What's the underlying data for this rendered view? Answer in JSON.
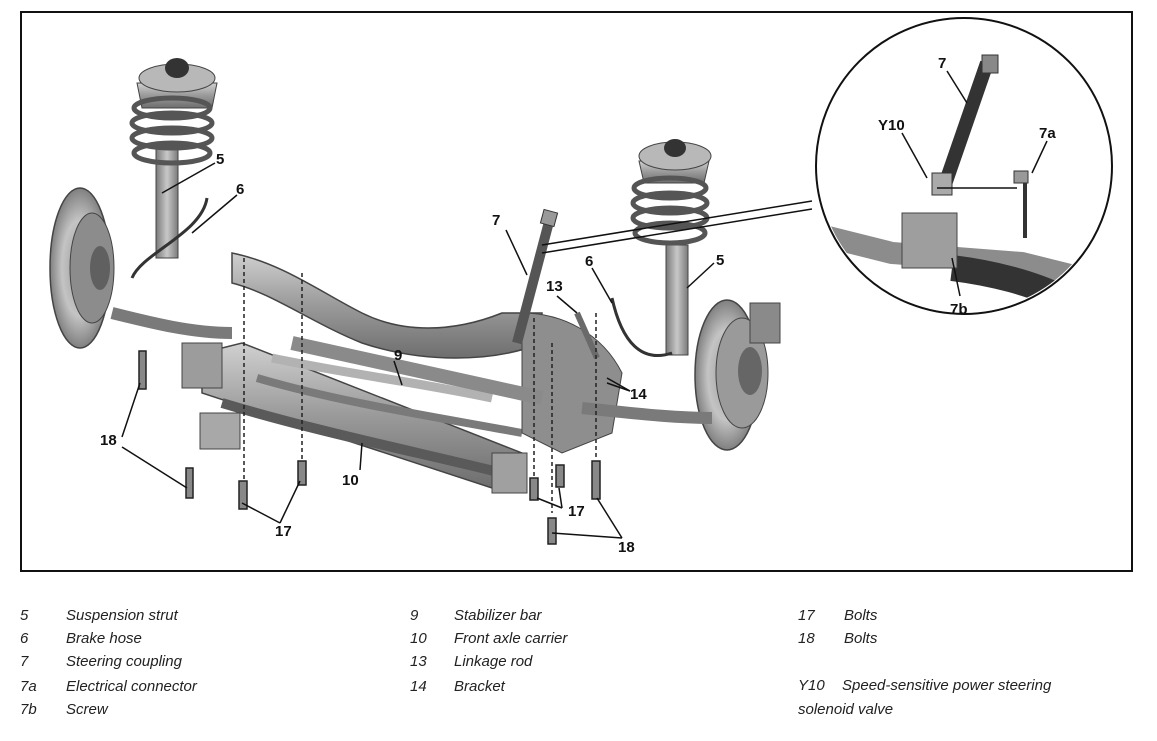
{
  "diagram": {
    "callouts": {
      "c5_left": "5",
      "c6_left": "6",
      "c7_main": "7",
      "c6_right": "6",
      "c5_right": "5",
      "c13": "13",
      "c9": "9",
      "c14": "14",
      "c18_left": "18",
      "c10": "10",
      "c17_left": "17",
      "c17_right": "17",
      "c18_right": "18",
      "c7_inset": "7",
      "cY10": "Y10",
      "c7a": "7a",
      "c7b": "7b"
    }
  },
  "legend": {
    "col1": [
      {
        "num": "5",
        "text": "Suspension strut"
      },
      {
        "num": "6",
        "text": "Brake hose"
      },
      {
        "num": "7",
        "text": "Steering coupling"
      },
      {
        "num": "7a",
        "text": "Electrical connector"
      },
      {
        "num": "7b",
        "text": "Screw"
      }
    ],
    "col2": [
      {
        "num": "9",
        "text": "Stabilizer bar"
      },
      {
        "num": "10",
        "text": "Front axle carrier"
      },
      {
        "num": "13",
        "text": "Linkage rod"
      },
      {
        "num": "14",
        "text": "Bracket"
      }
    ],
    "col3": [
      {
        "num": "17",
        "text": "Bolts"
      },
      {
        "num": "18",
        "text": "Bolts"
      },
      {
        "num": "Y10",
        "text": "Speed-sensitive power steering"
      },
      {
        "num": "",
        "text": "solenoid valve"
      }
    ]
  }
}
